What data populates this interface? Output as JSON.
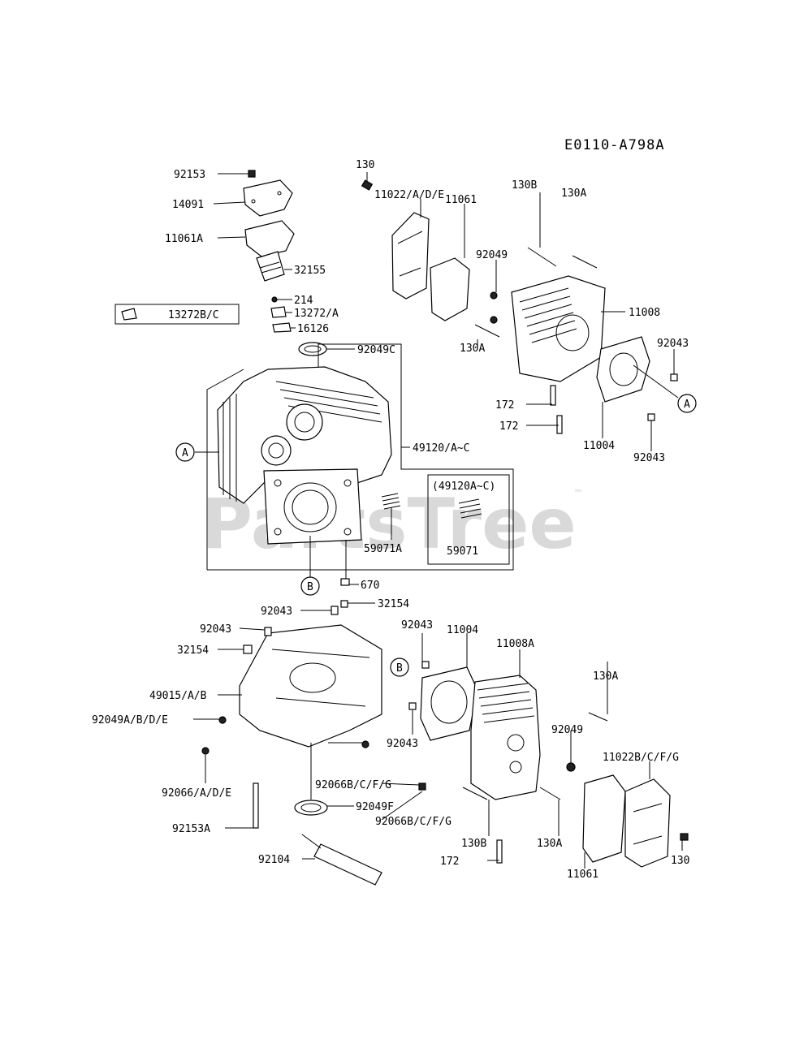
{
  "diagram_code": "E0110-A798A",
  "watermark": "PartsTree",
  "watermark_tm": "™",
  "callouts": {
    "A_left": "A",
    "A_right": "A",
    "B_lower": "B",
    "B_right": "B"
  },
  "box_title": "(49120A~C)",
  "parts": {
    "p92153": "92153",
    "p14091": "14091",
    "p11061A": "11061A",
    "p32155": "32155",
    "p214": "214",
    "p13272_A": "13272/A",
    "p13272_BC": "13272B/C",
    "p16126": "16126",
    "p92049C": "92049C",
    "p49120_AC": "49120/A~C",
    "p59071A": "59071A",
    "p59071": "59071",
    "p670": "670",
    "p130_top": "130",
    "p11022_ADE": "11022/A/D/E",
    "p11061_top": "11061",
    "p130B_top": "130B",
    "p130A_top": "130A",
    "p92049_top": "92049",
    "p11008": "11008",
    "p130A_mid": "130A",
    "p92043_r1": "92043",
    "p172_a": "172",
    "p172_b": "172",
    "p11004_top": "11004",
    "p92043_r2": "92043",
    "p92043_mid": "92043",
    "p32154_mid": "32154",
    "p92043_left": "92043",
    "p32154_left": "32154",
    "p49015": "49015/A/B",
    "p92049ABDE": "92049A/B/D/E",
    "p92066ADE": "92066/A/D/E",
    "p92066BCFG_a": "92066B/C/F/G",
    "p92049F": "92049F",
    "p92066BCFG_b": "92066B/C/F/G",
    "p92153A": "92153A",
    "p92104": "92104",
    "p92043_low": "92043",
    "p11004_low": "11004",
    "p11008A": "11008A",
    "p92043_low2": "92043",
    "p130A_low": "130A",
    "p92049_low": "92049",
    "p11022BCFG": "11022B/C/F/G",
    "p130B_low": "130B",
    "p130A_low2": "130A",
    "p172_low": "172",
    "p11061_low": "11061",
    "p130_low": "130"
  }
}
